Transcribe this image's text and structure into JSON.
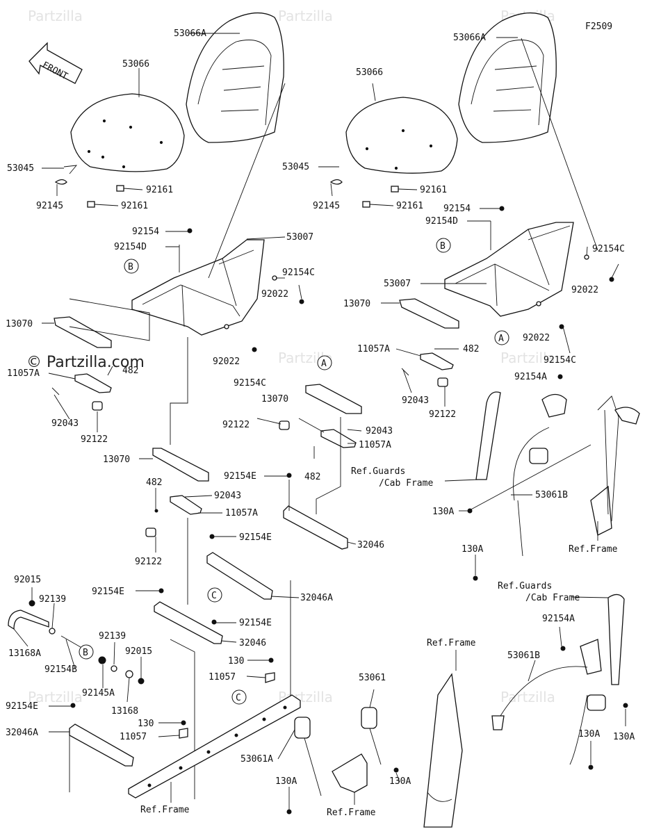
{
  "figure_code": "F2509",
  "front_label": "FRONT",
  "watermark": "Partzilla",
  "watermark_main": "© Partzilla.com",
  "refs": {
    "A": "A",
    "B": "B",
    "C": "C"
  },
  "labels": {
    "l_53066A_left": "53066A",
    "l_53066_left": "53066",
    "l_53045_left": "53045",
    "l_92145_left": "92145",
    "l_92161a_left": "92161",
    "l_92161b_left": "92161",
    "l_92154_left": "92154",
    "l_92154D_left": "92154D",
    "l_53007_left": "53007",
    "l_92154C_left": "92154C",
    "l_92022_left_a": "92022",
    "l_13070_left": "13070",
    "l_11057A_left": "11057A",
    "l_482_left": "482",
    "l_92043_left": "92043",
    "l_92122_left": "92122",
    "l_92022_left_b": "92022",
    "l_92154C_left_b": "92154C",
    "l_53066A_right": "53066A",
    "l_53066_right": "53066",
    "l_53045_right": "53045",
    "l_92145_right": "92145",
    "l_92161a_right": "92161",
    "l_92161b_right": "92161",
    "l_92154_right": "92154",
    "l_92154D_right": "92154D",
    "l_92154C_right": "92154C",
    "l_92022_right_a": "92022",
    "l_53007_right": "53007",
    "l_13070_right": "13070",
    "l_11057A_right": "11057A",
    "l_482_right": "482",
    "l_92022_right_b": "92022",
    "l_92154C_right_b": "92154C",
    "l_92043_right": "92043",
    "l_92122_right": "92122",
    "l_92154A_right": "92154A",
    "l_13070_mid": "13070",
    "l_92122_mid": "92122",
    "l_92043_mid": "92043",
    "l_11057A_mid": "11057A",
    "l_482_mid": "482",
    "l_92154E_mid": "92154E",
    "l_32046_mid": "32046",
    "l_92154E_mid2": "92154E",
    "l_32046A_mid": "32046A",
    "l_13070_low": "13070",
    "l_482_low": "482",
    "l_92043_low": "92043",
    "l_11057A_low": "11057A",
    "l_92122_low": "92122",
    "l_92015_a": "92015",
    "l_92139_a": "92139",
    "l_13168A": "13168A",
    "l_92154B": "92154B",
    "l_92139_b": "92139",
    "l_92015_b": "92015",
    "l_92145A": "92145A",
    "l_13168": "13168",
    "l_92154E_low": "92154E",
    "l_92154E_low2": "92154E",
    "l_32046_low": "32046",
    "l_130_low": "130",
    "l_11057_low": "11057",
    "l_92154E_left_bottom": "92154E",
    "l_32046A_left_bottom": "32046A",
    "l_130_bottom": "130",
    "l_11057_bottom": "11057",
    "l_refframe_bottom": "Ref.Frame",
    "l_53061": "53061",
    "l_53061A": "53061A",
    "l_130A_b1": "130A",
    "l_130A_b2": "130A",
    "l_refframe_b2": "Ref.Frame",
    "l_refguards_1": "Ref.Guards",
    "l_cabframe_1": "/Cab Frame",
    "l_130A_r1": "130A",
    "l_53061B_r1": "53061B",
    "l_130A_r2": "130A",
    "l_refframe_r1": "Ref.Frame",
    "l_refguards_2": "Ref.Guards",
    "l_cabframe_2": "/Cab Frame",
    "l_92154A_r2": "92154A",
    "l_refframe_r2": "Ref.Frame",
    "l_53061B_r2": "53061B",
    "l_130A_r3": "130A",
    "l_130A_r4": "130A"
  }
}
